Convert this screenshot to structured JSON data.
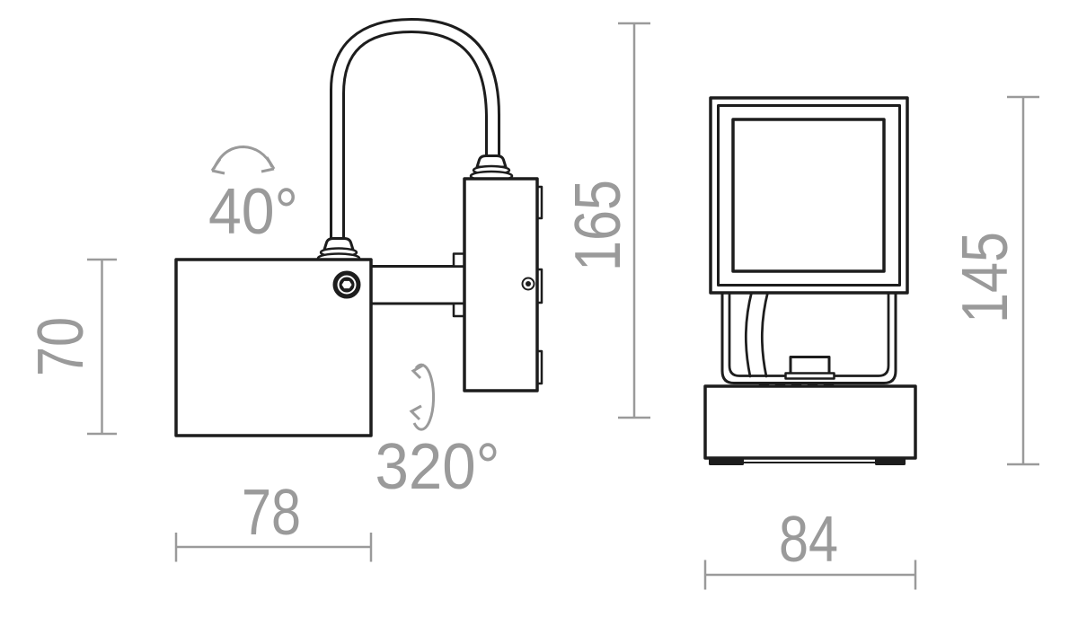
{
  "drawing": {
    "type": "technical dimension drawing",
    "subject": "wall-mounted adjustable spotlight, side view and front view"
  },
  "dimensions": {
    "head_height": "70",
    "head_width": "78",
    "tilt_angle": "40°",
    "swivel_angle": "320°",
    "overall_height": "165",
    "front_height": "145",
    "base_width": "84"
  },
  "colors": {
    "outline": "#1d1d1d",
    "dimension": "#9a9a9a",
    "background": "#ffffff"
  }
}
